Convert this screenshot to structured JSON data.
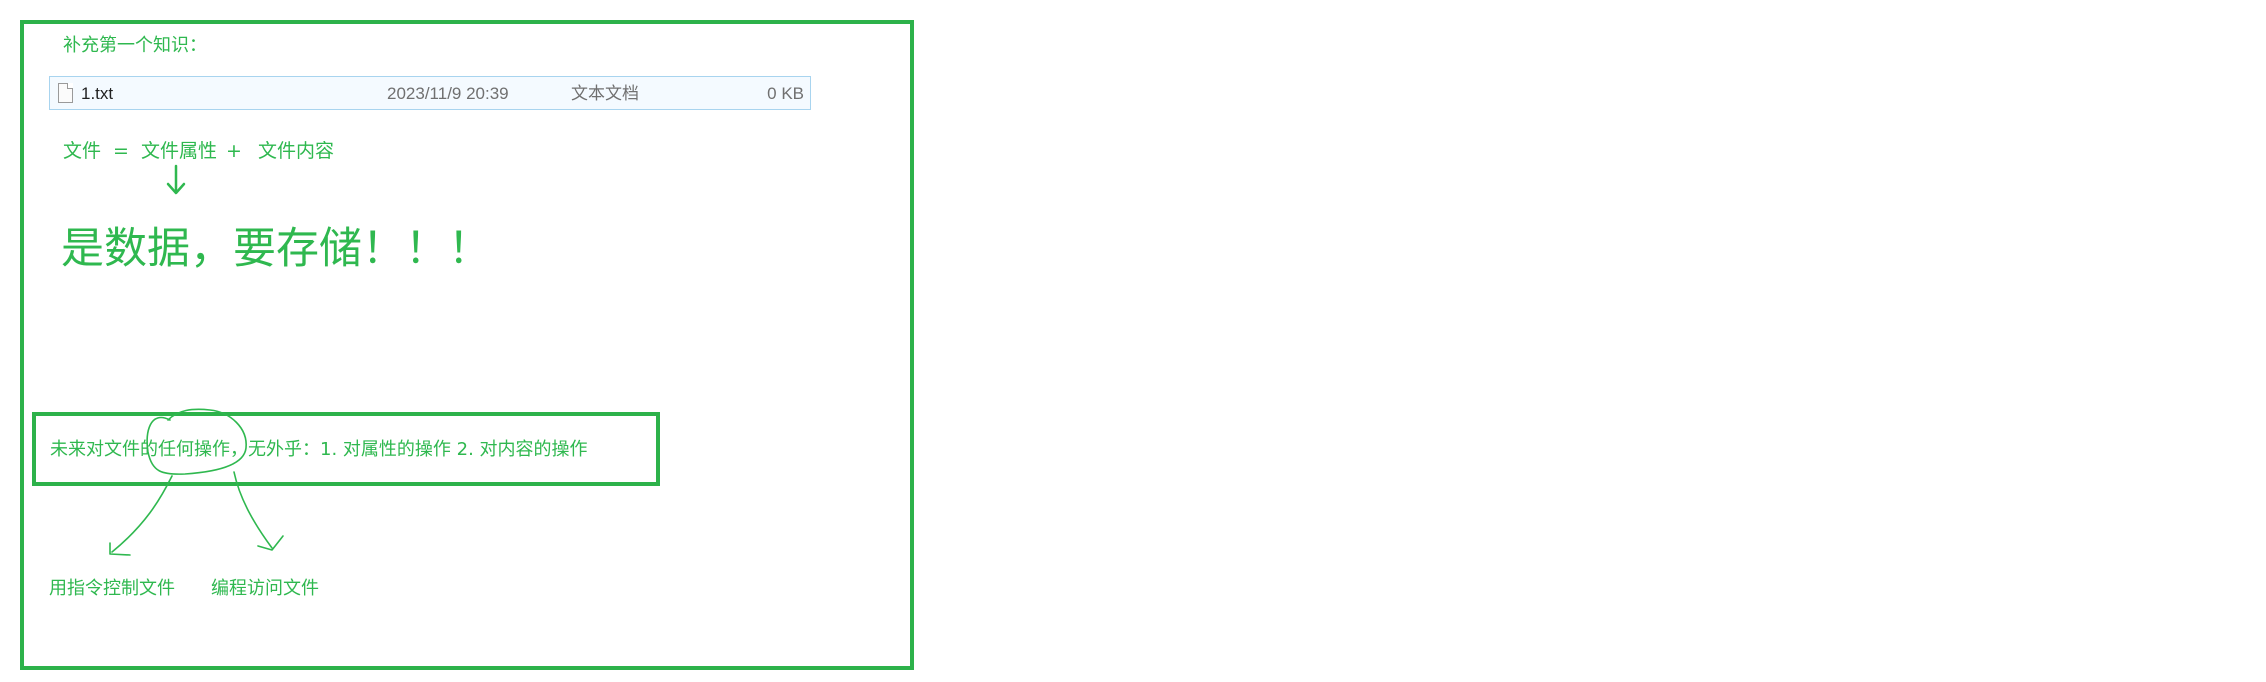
{
  "note_title": "补充第一个知识：",
  "file_row": {
    "name": "1.txt",
    "date": "2023/11/9 20:39",
    "type": "文本文档",
    "size": "0 KB"
  },
  "equation": {
    "file": "文件",
    "equals": "=",
    "attributes": "文件属性",
    "plus": "+",
    "content": "文件内容"
  },
  "big_statement": "是数据，要存储！！！",
  "summary": "未来对文件的任何操作，无外乎：1. 对属性的操作 2. 对内容的操作",
  "branches": {
    "left": "用指令控制文件",
    "right": "编程访问文件"
  },
  "colors": {
    "annotation_green": "#2fb84f",
    "frame_green": "#2db24a",
    "file_row_border": "#a8d4ef"
  }
}
